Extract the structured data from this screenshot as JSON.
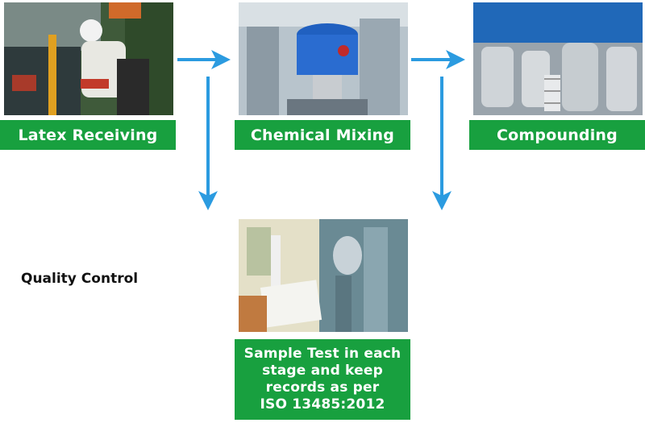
{
  "stages": [
    {
      "label": "Latex Receiving"
    },
    {
      "label": "Chemical Mixing"
    },
    {
      "label": "Compounding"
    }
  ],
  "quality_control": {
    "heading": "Quality Control",
    "lines": [
      "Sample Test in each",
      "stage and keep",
      "records as per",
      "ISO 13485:2012"
    ]
  },
  "colors": {
    "label_green": "#18a03f",
    "arrow_blue": "#2b9be0"
  }
}
